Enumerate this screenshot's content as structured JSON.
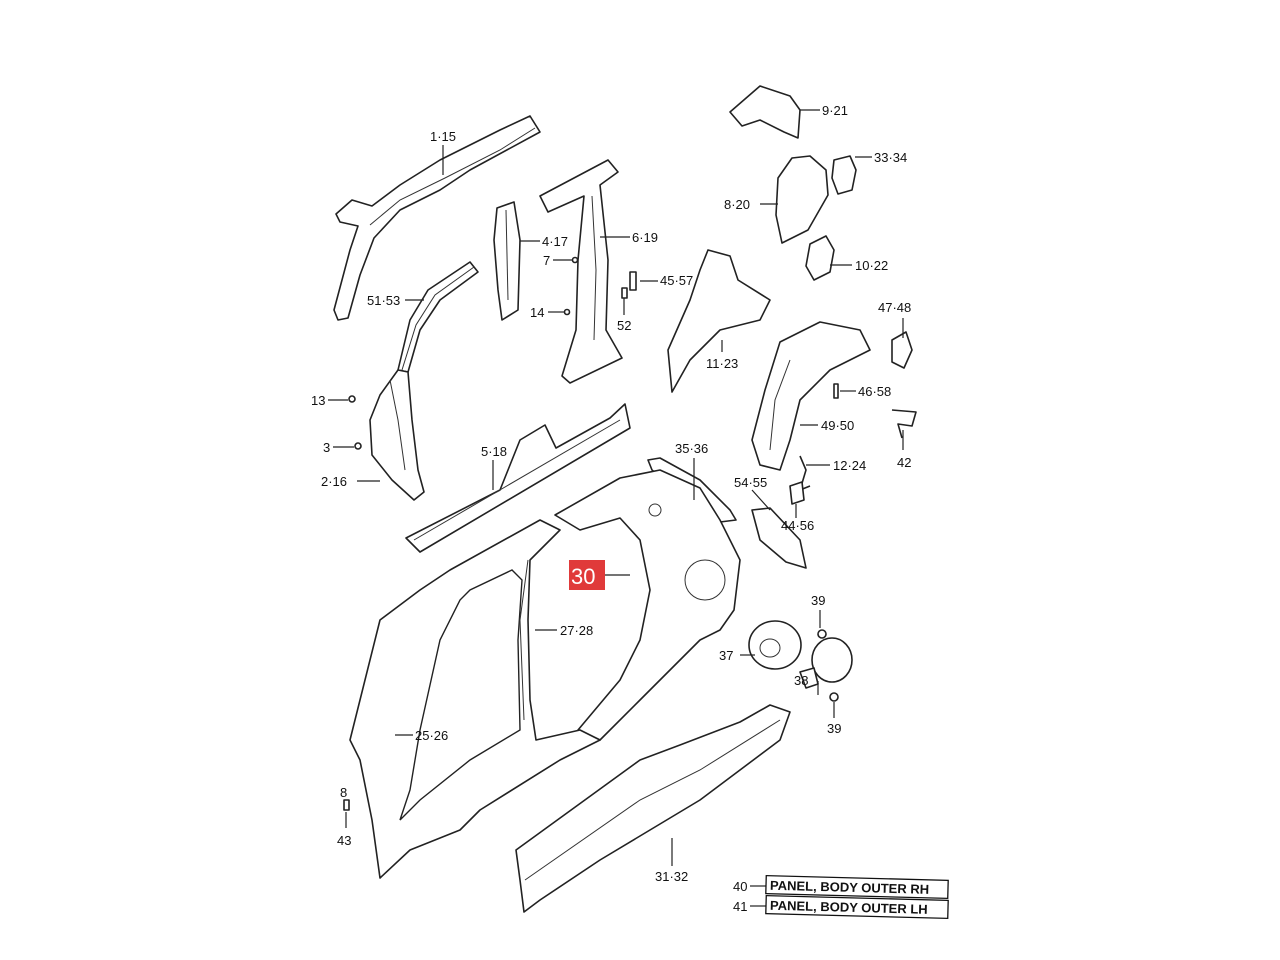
{
  "callouts": {
    "c1_15": "1·15",
    "c4_17": "4·17",
    "c6_19": "6·19",
    "c7": "7",
    "c45_57": "45·57",
    "c14": "14",
    "c52": "52",
    "c51_53": "51·53",
    "c13": "13",
    "c3": "3",
    "c2_16": "2·16",
    "c5_18": "5·18",
    "c9_21": "9·21",
    "c33_34": "33·34",
    "c8_20": "8·20",
    "c10_22": "10·22",
    "c11_23": "11·23",
    "c47_48": "47·48",
    "c46_58": "46·58",
    "c49_50": "49·50",
    "c12_24": "12·24",
    "c42": "42",
    "c35_36": "35·36",
    "c54_55": "54·55",
    "c44_56": "44·56",
    "c30": "30",
    "c27_28": "27·28",
    "c39a": "39",
    "c37": "37",
    "c38": "38",
    "c39b": "39",
    "c25_26": "25·26",
    "c8": "8",
    "c43": "43",
    "c31_32": "31·32"
  },
  "legend": [
    {
      "number": "40",
      "text": "PANEL, BODY OUTER RH"
    },
    {
      "number": "41",
      "text": "PANEL, BODY OUTER LH"
    }
  ],
  "highlight_color": "#e03a3a"
}
